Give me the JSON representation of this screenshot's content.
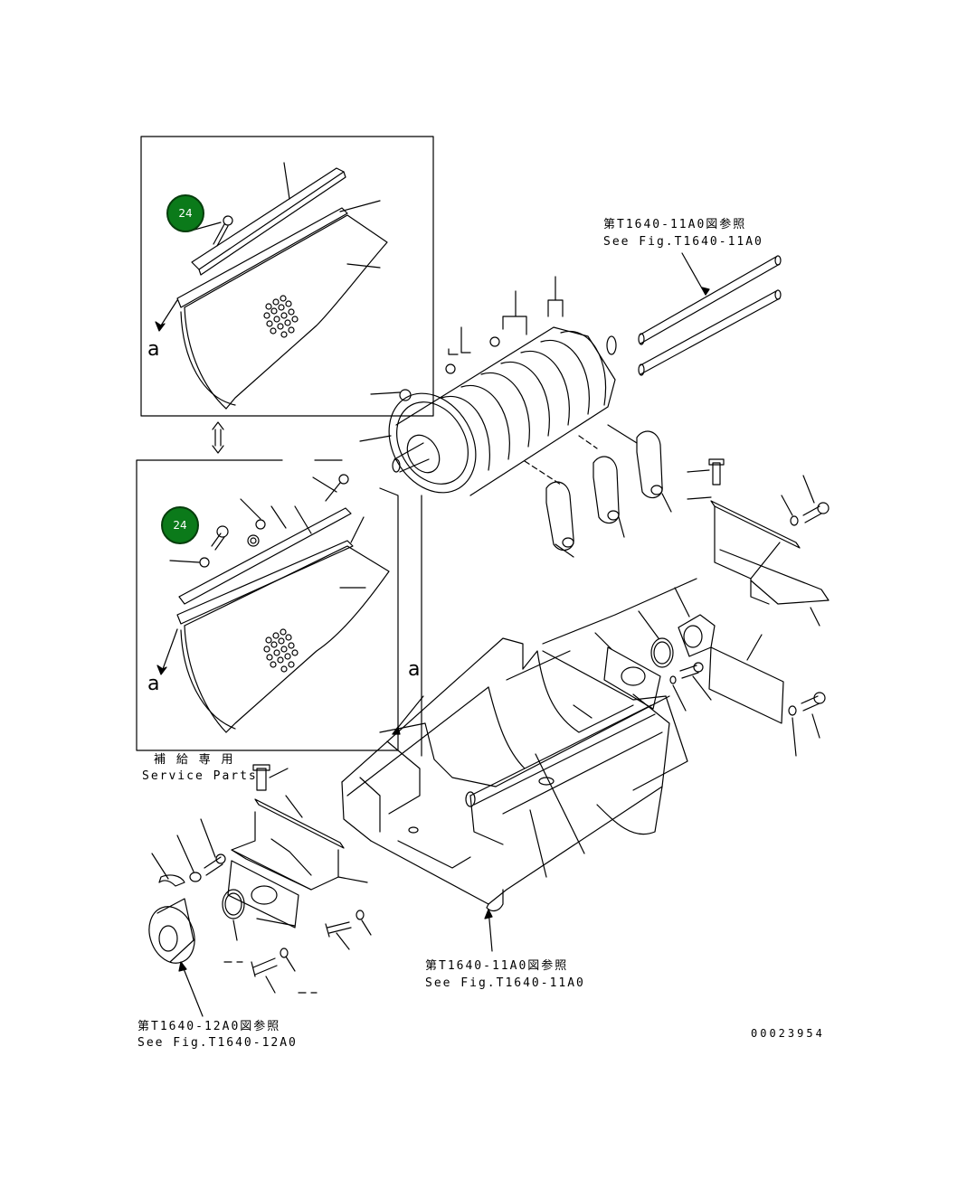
{
  "badges": {
    "top": "24",
    "bottom": "24"
  },
  "callouts": {
    "a_top": "a",
    "a_bottom": "a",
    "a_mid": "a"
  },
  "refs": {
    "top_right_jp": "第T1640-11A0図参照",
    "top_right_en": "See Fig.T1640-11A0",
    "bottom_mid_jp": "第T1640-11A0図参照",
    "bottom_mid_en": "See Fig.T1640-11A0",
    "bottom_left_jp": "第T1640-12A0図参照",
    "bottom_left_en": "See Fig.T1640-12A0"
  },
  "service_parts": {
    "jp": "補 給 専 用",
    "en": "Service Parts"
  },
  "drawing_number": "00023954",
  "colors": {
    "badge_fill": "#0b7a1a",
    "line": "#000000"
  }
}
